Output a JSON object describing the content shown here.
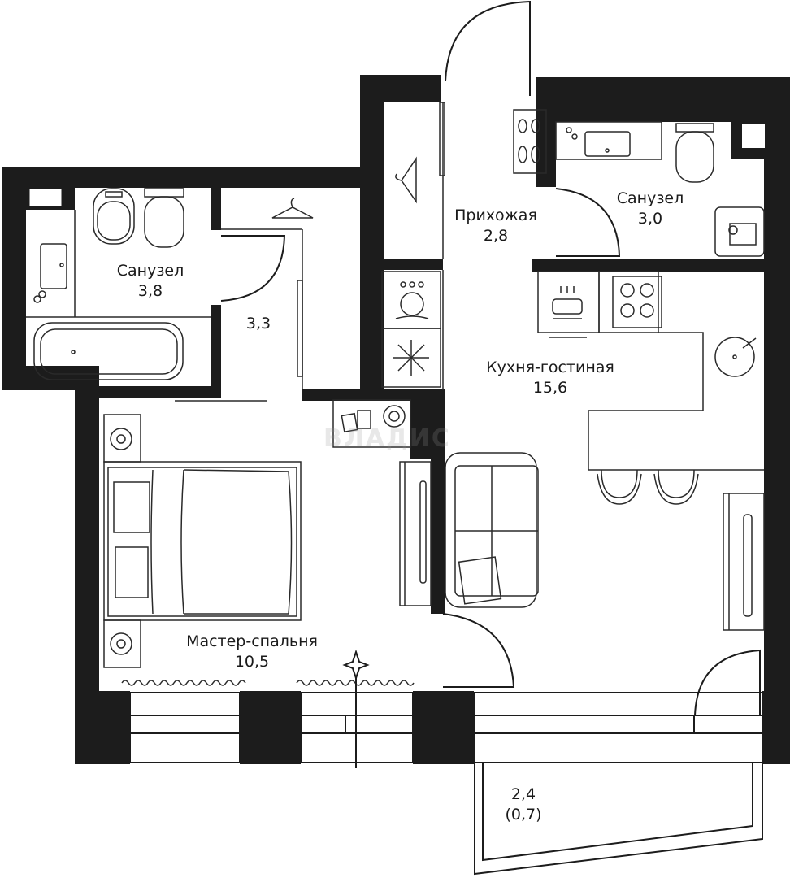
{
  "plan": {
    "watermark": "ВЛАДИС",
    "colors": {
      "wall": "#1c1c1c",
      "background": "#ffffff",
      "line": "#1c1c1c"
    },
    "rooms": [
      {
        "id": "bathroom-1",
        "name": "Санузел",
        "area": "3,8"
      },
      {
        "id": "wardrobe",
        "name": "",
        "area": "3,3"
      },
      {
        "id": "hallway",
        "name": "Прихожая",
        "area": "2,8"
      },
      {
        "id": "bathroom-2",
        "name": "Санузел",
        "area": "3,0"
      },
      {
        "id": "kitchen-living",
        "name": "Кухня-гостиная",
        "area": "15,6"
      },
      {
        "id": "master-bedroom",
        "name": "Мастер-спальня",
        "area": "10,5"
      },
      {
        "id": "balcony",
        "name": "2,4",
        "area": "(0,7)"
      }
    ],
    "fixtures": [
      "bidet-icon",
      "toilet-icon",
      "sink-icon",
      "bathtub-icon",
      "hanger-icon",
      "shoe-rack-icon",
      "washing-machine-icon",
      "dishwasher-icon",
      "fridge-icon",
      "oven-icon",
      "cooktop-icon",
      "kitchen-sink-icon",
      "bar-stool-icon",
      "sofa-icon",
      "tv-icon",
      "bed-icon",
      "nightstand-icon",
      "desk-icon",
      "radiator-icon",
      "compass-icon"
    ]
  }
}
